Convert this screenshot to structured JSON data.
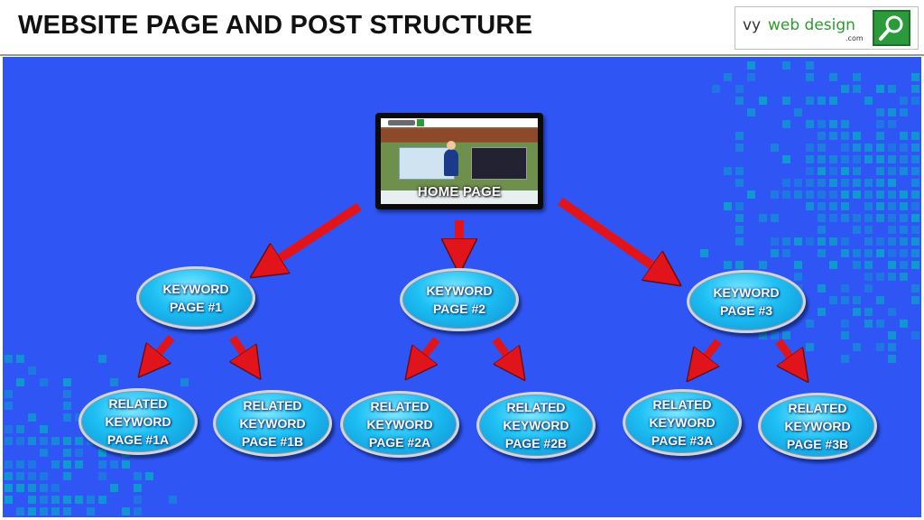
{
  "header": {
    "title": "WEBSITE PAGE AND POST STRUCTURE",
    "logo": {
      "vy": "vy",
      "web_design": "web design",
      "com": ".com",
      "mark_icon": "seo-magnifier-icon"
    }
  },
  "homepage": {
    "label": "HOME PAGE"
  },
  "keyword_pages": [
    {
      "lines": [
        "KEYWORD",
        "PAGE #1"
      ]
    },
    {
      "lines": [
        "KEYWORD",
        "PAGE #2"
      ]
    },
    {
      "lines": [
        "KEYWORD",
        "PAGE #3"
      ]
    }
  ],
  "related_pages": [
    {
      "lines": [
        "RELATED",
        "KEYWORD",
        "PAGE #1A"
      ]
    },
    {
      "lines": [
        "RELATED",
        "KEYWORD",
        "PAGE #1B"
      ]
    },
    {
      "lines": [
        "RELATED",
        "KEYWORD",
        "PAGE #2A"
      ]
    },
    {
      "lines": [
        "RELATED",
        "KEYWORD",
        "PAGE #2B"
      ]
    },
    {
      "lines": [
        "RELATED",
        "KEYWORD",
        "PAGE #3A"
      ]
    },
    {
      "lines": [
        "RELATED",
        "KEYWORD",
        "PAGE #3B"
      ]
    }
  ],
  "colors": {
    "background": "#2f56f5",
    "node_fill": "#1ec0f4",
    "arrow": "#e0141a",
    "pixel_pattern": "#0aa7c9"
  }
}
